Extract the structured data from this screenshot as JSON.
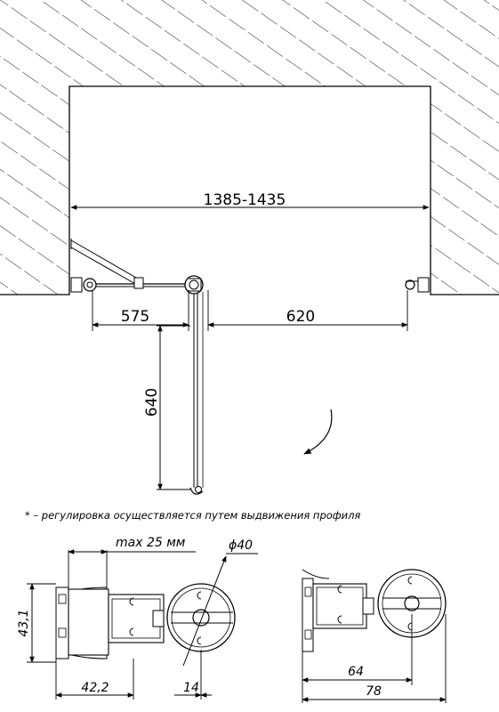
{
  "top_view": {
    "overall_width": "1385-1435",
    "left_span": "575",
    "right_span": "620",
    "door_width": "640"
  },
  "footnote": "* – регулировка осуществляется путем выдвижения профиля",
  "profile_detail_left": {
    "max_adjust": "max 25 мм",
    "diameter": "ϕ40",
    "height": "43,1",
    "width": "42,2",
    "offset": "14"
  },
  "profile_detail_right": {
    "inner_width": "64",
    "outer_width": "78"
  }
}
